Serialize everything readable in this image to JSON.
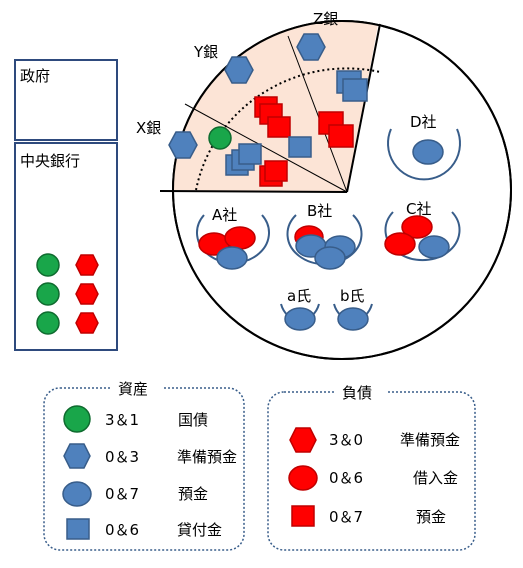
{
  "colors": {
    "green": "#19a64a",
    "red": "#ff0000",
    "blue": "#4f81bd",
    "blue_stroke": "#385d8a",
    "frame": "#2e4a7d",
    "sector_fill": "#fce4d6"
  },
  "government": {
    "label": "政府"
  },
  "central_bank": {
    "label": "中央銀行"
  },
  "banks": {
    "x": "X銀",
    "y": "Y銀",
    "z": "Z銀"
  },
  "companies": {
    "a": "A社",
    "b": "B社",
    "c": "C社",
    "d": "D社"
  },
  "persons": {
    "a": "a氏",
    "b": "b氏"
  },
  "legend": {
    "assets": {
      "title": "資産",
      "items": [
        {
          "shape": "green-circle",
          "count": "3＆1",
          "name": "国債"
        },
        {
          "shape": "blue-hexagon",
          "count": "0＆3",
          "name": "準備預金"
        },
        {
          "shape": "blue-ellipse",
          "count": "0＆7",
          "name": "預金"
        },
        {
          "shape": "blue-square",
          "count": "0＆6",
          "name": "貸付金"
        }
      ]
    },
    "liabilities": {
      "title": "負債",
      "items": [
        {
          "shape": "red-hexagon",
          "count": "3＆0",
          "name": "準備預金"
        },
        {
          "shape": "red-circle",
          "count": "0＆6",
          "name": "借入金"
        },
        {
          "shape": "red-square",
          "count": "0＆7",
          "name": "預金"
        }
      ]
    }
  }
}
